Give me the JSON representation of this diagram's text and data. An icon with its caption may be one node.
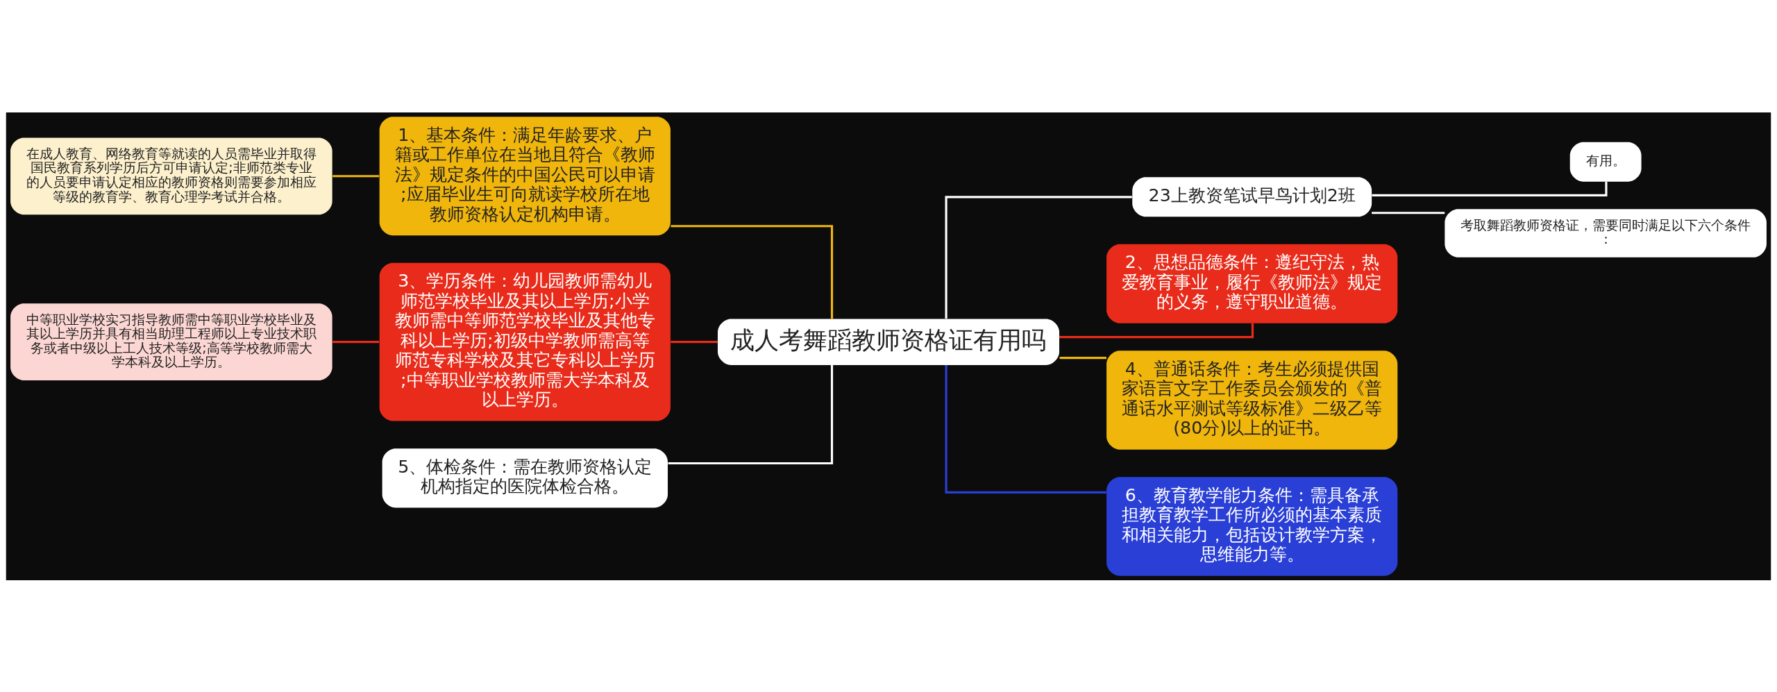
{
  "diagram": {
    "nodes": [
      {
        "text": [
          "成人考舞蹈教师资格证有用吗"
        ]
      },
      {
        "text": [
          "23上教资笔试早鸟计划2班"
        ]
      },
      {
        "text": [
          "有用。"
        ]
      },
      {
        "text": [
          "考取舞蹈教师资格证，需要同时满足以下六个条件："
        ]
      },
      {
        "text": [
          "1、基本条件：满足年龄要求、户籍或工作单位在当地且符合《教师法》规定条件的中国公民可以申请;应届毕业生可向就读学校所在地教师资格认定机构申请。"
        ]
      },
      {
        "text": [
          "在成人教育、网络教育等就读的人员需毕业并取得国民教育系列学历后方可申请认定;非师范类专业的人员要申请认定相应的教师资格则需要参加相应等级的教育学、教育心理学考试并合格。"
        ]
      },
      {
        "text": [
          "2、思想品德条件：遵纪守法，热爱教育事业，履行《教师法》规定的义务，遵守职业道德。"
        ]
      },
      {
        "text": [
          "3、学历条件：幼儿园教师需幼儿师范学校毕业及其以上学历;小学教师需中等师范学校毕业及其他专科以上学历;初级中学教师需高等师范专科学校及其它专科以上学历;中等职业学校教师需大学本科及以上学历。"
        ]
      },
      {
        "text": [
          "中等职业学校实习指导教师需中等职业学校毕业及其以上学历并具有相当助理工程师以上专业技术职务或者中级以上工人技术等级;高等学校教师需大学本科及以上学历。"
        ]
      },
      {
        "text": [
          "4、普通话条件：考生必须提供国家语言文字工作委员会颁发的《普通话水平测试等级标准》二级乙等(80分)以上的证书。"
        ]
      },
      {
        "text": [
          "5、体检条件：需在教师资格认定机构指定的医院体检合格。"
        ]
      },
      {
        "text": [
          "6、教育教学能力条件：需具备承担教育教学工作所必须的基本素质和相关能力，包括设计教学方案，思维能力等。"
        ]
      }
    ],
    "edges": [
      {
        "from": 0,
        "to": 1,
        "arrow": "none"
      },
      {
        "from": 1,
        "to": 2,
        "arrow": "none"
      },
      {
        "from": 1,
        "to": 3,
        "arrow": "none"
      },
      {
        "from": 0,
        "to": 4,
        "arrow": "none",
        "color": "#f0b60c"
      },
      {
        "from": 4,
        "to": 5,
        "arrow": "none",
        "color": "#f0b60c"
      },
      {
        "from": 0,
        "to": 6,
        "arrow": "none",
        "color": "#e82b1a"
      },
      {
        "from": 0,
        "to": 7,
        "arrow": "none",
        "color": "#e82b1a"
      },
      {
        "from": 7,
        "to": 8,
        "arrow": "none",
        "color": "#e82b1a"
      },
      {
        "from": 0,
        "to": 9,
        "arrow": "none",
        "color": "#f0b60c"
      },
      {
        "from": 0,
        "to": 10,
        "arrow": "none"
      },
      {
        "from": 0,
        "to": 11,
        "arrow": "none",
        "color": "#2a3fd6"
      }
    ]
  }
}
